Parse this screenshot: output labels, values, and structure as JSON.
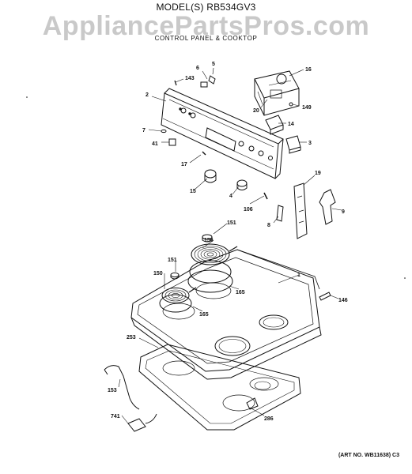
{
  "header": {
    "model": "MODEL(S) RB534GV3",
    "watermark": "AppliancePartsPros.com",
    "section": "CONTROL PANEL & COOKTOP"
  },
  "footer": {
    "art_no": "(ART NO. WB11638) C3"
  },
  "callouts": {
    "c143": "143",
    "c6": "6",
    "c5": "5",
    "c16": "16",
    "c2": "2",
    "c20": "20",
    "c149": "149",
    "c14": "14",
    "c7": "7",
    "c3": "3",
    "c41": "41",
    "c17": "17",
    "c19": "19",
    "c15": "15",
    "c4": "4",
    "c106": "106",
    "c9": "9",
    "c8": "8",
    "c151a": "151",
    "c156": "156",
    "c151b": "151",
    "c1": "1",
    "c150": "150",
    "c165a": "165",
    "c165b": "165",
    "c146": "146",
    "c253": "253",
    "c153": "153",
    "c741": "741",
    "c286": "286"
  },
  "colors": {
    "ink": "#111111",
    "watermark": "#c9c9c9",
    "background": "#ffffff"
  }
}
